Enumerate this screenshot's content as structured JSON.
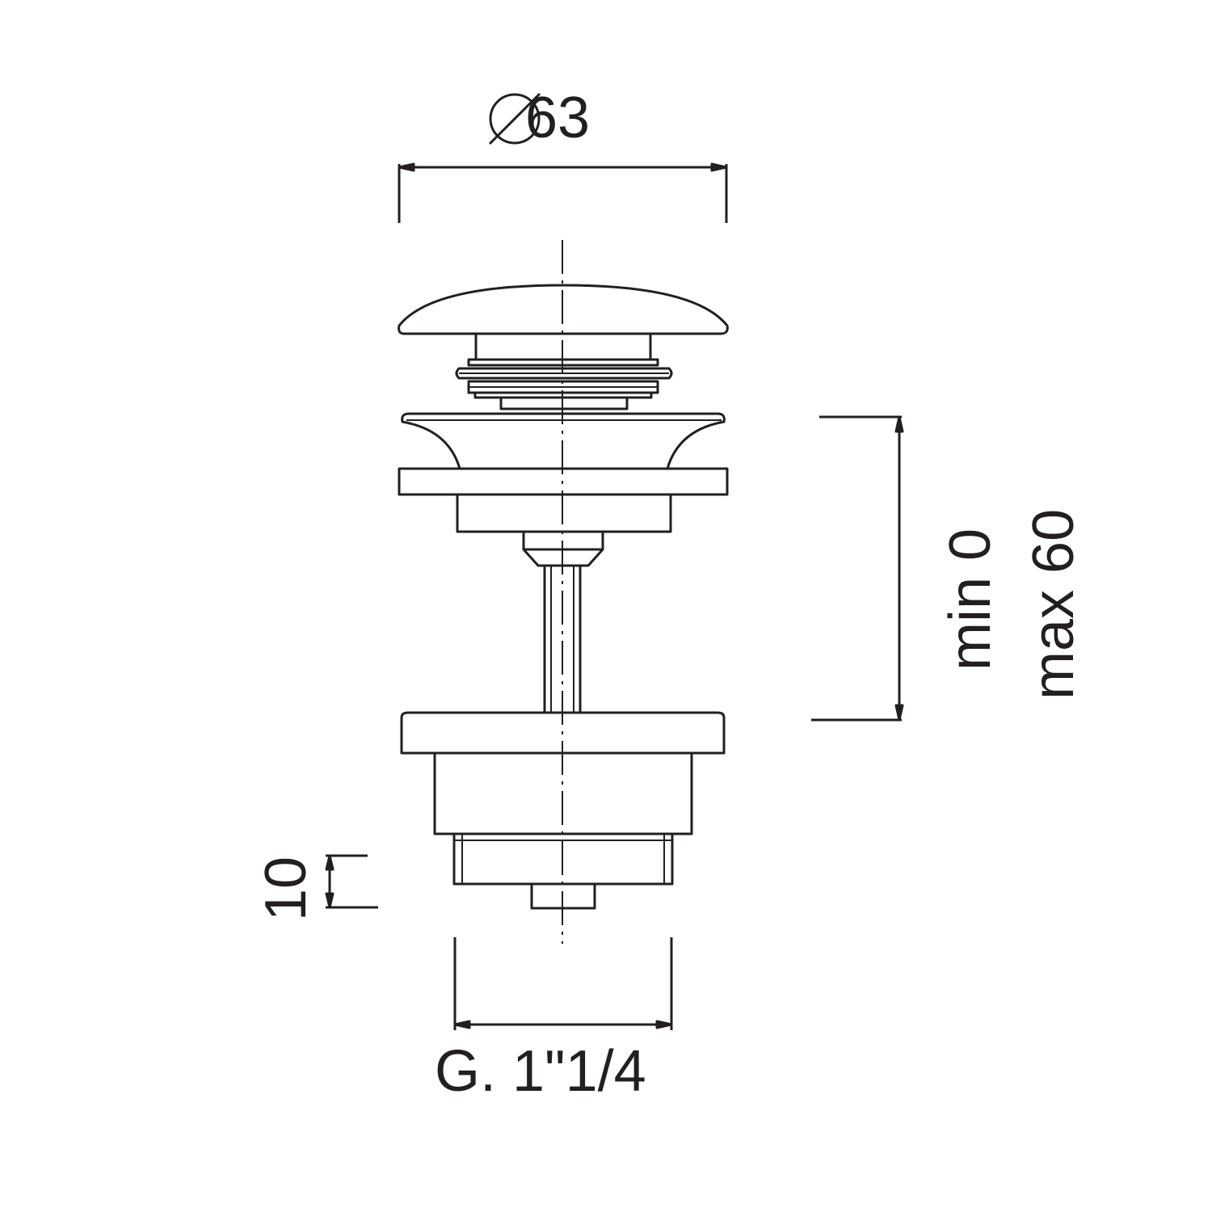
{
  "dimensions": {
    "diameter_label": "63",
    "thread_label": "G. 1\"1/4",
    "adjust_min_label": "min 0",
    "adjust_max_label": "max 60",
    "height_label": "10"
  },
  "colors": {
    "line": "#231f20",
    "background": "#ffffff"
  }
}
